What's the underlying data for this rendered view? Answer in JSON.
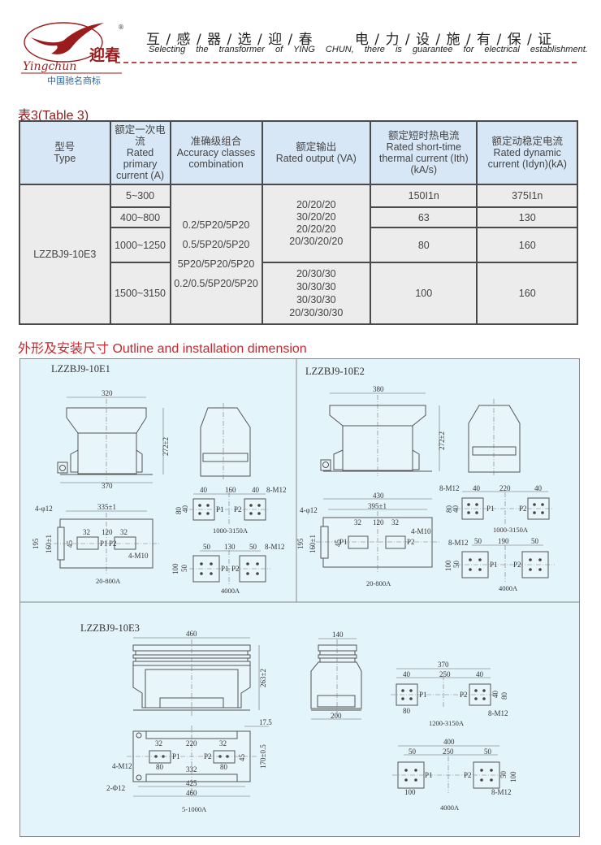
{
  "header": {
    "logo_cn": "迎春",
    "logo_en": "Yingchun",
    "registered": "®",
    "slogan_cn": "互 / 感 / 器 / 选 / 迎 / 春        电 / 力 / 设 / 施 / 有 / 保 / 证",
    "slogan_en": "Selecting the transformer of YING CHUN, there is guarantee for electrical establishment.",
    "brand_note": "中国驰名商标",
    "accent_color": "#8b1d1d"
  },
  "table": {
    "title": "表3(Table 3)",
    "headers": [
      {
        "cn": "型号",
        "en": "Type"
      },
      {
        "cn": "额定一次电流",
        "en": "Rated primary current (A)"
      },
      {
        "cn": "准确级组合",
        "en": "Accuracy classes combination"
      },
      {
        "cn": "额定输出",
        "en": "Rated output (VA)"
      },
      {
        "cn": "额定短时热电流",
        "en": "Rated short-time thermal current (Ith)(kA/s)"
      },
      {
        "cn": "额定动稳定电流",
        "en": "Rated dynamic current (Idyn)(kA)"
      }
    ],
    "type": "LZZBJ9-10E3",
    "currents": [
      "5~300",
      "400~800",
      "1000~1250",
      "1500~3150"
    ],
    "accuracy": [
      "0.2/5P20/5P20",
      "0.5/5P20/5P20",
      "5P20/5P20/5P20",
      "0.2/0.5/5P20/5P20"
    ],
    "output_a": [
      "20/20/20",
      "30/20/20",
      "20/20/20",
      "20/30/20/20"
    ],
    "output_b": [
      "20/30/30",
      "30/30/30",
      "30/30/30",
      "20/30/30/30"
    ],
    "thermal": [
      "150I1n",
      "63",
      "80",
      "100"
    ],
    "dynamic": [
      "375I1n",
      "130",
      "160",
      "160"
    ]
  },
  "section_title": "外形及安装尺寸 Outline and installation dimension",
  "drawings": {
    "e1": {
      "title": "LZZBJ9-10E1",
      "front": {
        "w_top": "320",
        "w_base": "370",
        "height": "272±2"
      },
      "plan": {
        "w": "335±1",
        "holes": "4-φ12",
        "s32a": "32",
        "s120": "120",
        "s32b": "32",
        "h45": "45",
        "h160": "160±1",
        "h195": "195",
        "bolts": "4-M10",
        "p1": "P1",
        "p2": "P2",
        "caption": "20-800A"
      },
      "term1": {
        "a": "40",
        "gap": "160",
        "b": "40",
        "bolts": "8-M12",
        "h80": "80",
        "h40": "40",
        "p1": "P1",
        "p2": "P2",
        "caption": "1000-3150A"
      },
      "term2": {
        "a": "50",
        "gap": "130",
        "b": "50",
        "bolts": "8-M12",
        "h100": "100",
        "h50": "50",
        "p1": "P1",
        "p2": "P2",
        "caption": "4000A"
      }
    },
    "e2": {
      "title": "LZZBJ9-10E2",
      "front": {
        "w_top": "380",
        "height": "272±2"
      },
      "plan": {
        "w": "430",
        "w2": "395±1",
        "holes": "4-φ12",
        "s32a": "32",
        "s120": "120",
        "s32b": "32",
        "h45": "45",
        "h160": "160±1",
        "h195": "195",
        "bolts": "4-M10",
        "p1": "P1",
        "p2": "P2",
        "caption": "20-800A"
      },
      "term1": {
        "a": "40",
        "gap": "220",
        "b": "40",
        "bolts": "8-M12",
        "h80": "80",
        "h40": "40",
        "p1": "P1",
        "p2": "P2",
        "caption": "1000-3150A"
      },
      "term2": {
        "a": "50",
        "gap": "190",
        "b": "50",
        "bolts": "8-M12",
        "h100": "100",
        "h50": "50",
        "p1": "P1",
        "p2": "P2",
        "caption": "4000A"
      }
    },
    "e3": {
      "title": "LZZBJ9-10E3",
      "front": {
        "w_top": "460",
        "height": "263±2"
      },
      "side": {
        "w_top": "140",
        "w_base": "200"
      },
      "plan": {
        "off": "17.5",
        "s32a": "32",
        "s220": "220",
        "s32b": "32",
        "h45": "45",
        "h170": "170±0.5",
        "s80a": "80",
        "s332": "332",
        "s80b": "80",
        "w425": "425",
        "w460": "460",
        "bolts": "4-M12",
        "holes": "2-Φ12",
        "p1": "P1",
        "p2": "P2",
        "caption": "5-1000A"
      },
      "term1": {
        "total": "370",
        "a": "40",
        "gap": "250",
        "b": "40",
        "w80": "80",
        "h40": "40",
        "h80": "80",
        "bolts": "8-M12",
        "p1": "P1",
        "p2": "P2",
        "caption": "1200-3150A"
      },
      "term2": {
        "total": "400",
        "a": "50",
        "gap": "250",
        "b": "50",
        "w100": "100",
        "h50": "50",
        "h100": "100",
        "bolts": "8-M12",
        "p1": "P1",
        "p2": "P2",
        "caption": "4000A"
      }
    }
  }
}
